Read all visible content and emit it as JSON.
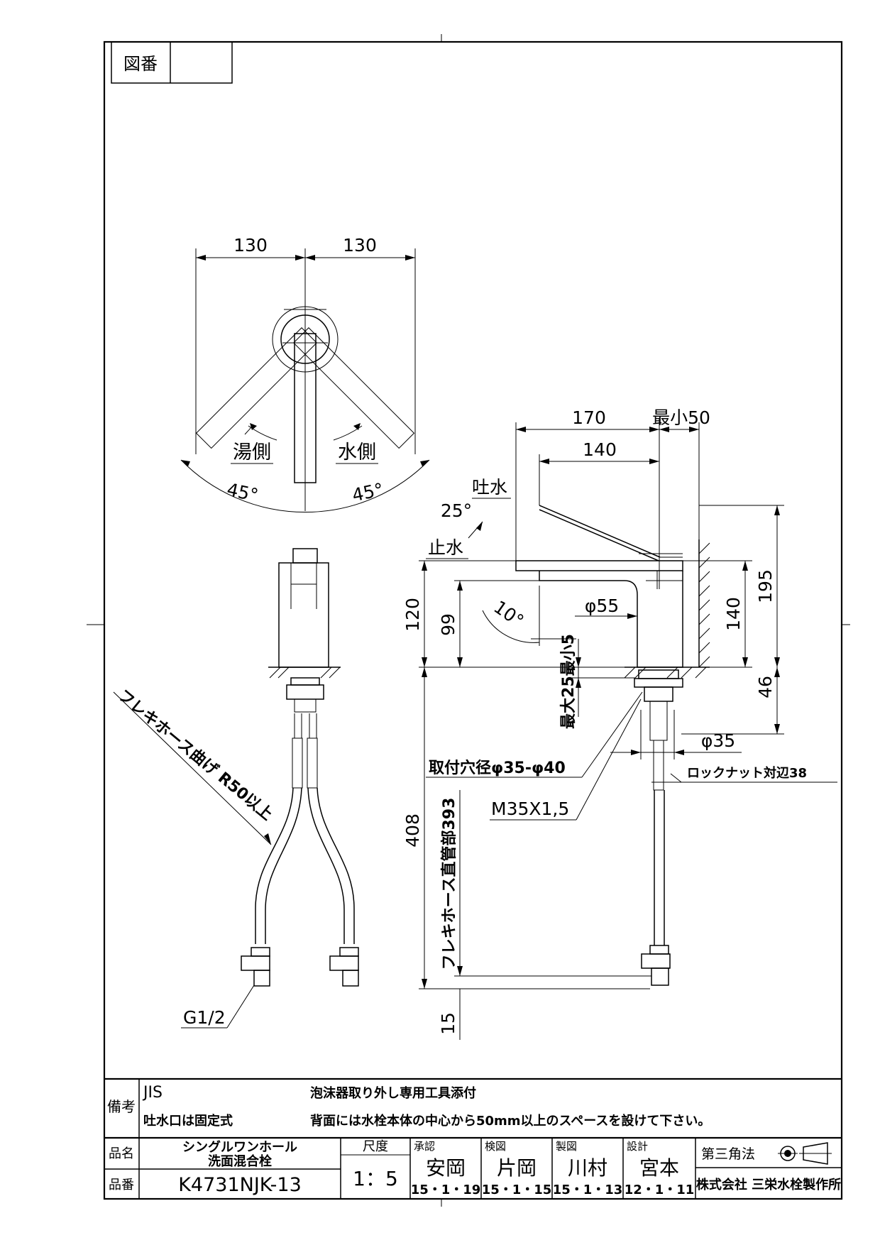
{
  "drawing_no": {
    "label": "図番",
    "value": ""
  },
  "top_view": {
    "dim_left": "130",
    "dim_right": "130",
    "hot_side": "湯側",
    "cold_side": "水側",
    "angle_left": "45°",
    "angle_right": "45°"
  },
  "front_view": {
    "flex_bend": "フレキホース曲げ R50以上",
    "inlet_thread": "G1/2"
  },
  "side_view": {
    "dim_170": "170",
    "dim_min50": "最小50",
    "dim_140_top": "140",
    "spout_label": "吐水",
    "angle_25": "25°",
    "stop_label": "止水",
    "angle_10": "10°",
    "dia_55": "φ55",
    "dim_120": "120",
    "dim_99": "99",
    "max_counter": "最大25最小5",
    "dim_195": "195",
    "dim_140_right": "140",
    "dim_46": "46",
    "dia_35": "φ35",
    "mount_hole": "取付穴径φ35-φ40",
    "locknut": "ロックナット対辺38",
    "thread": "M35X1,5",
    "dim_408": "408",
    "flex_straight": "フレキホース直管部393",
    "dim_15": "15"
  },
  "notes": {
    "label": "備考",
    "line1_left": "JIS",
    "line1_right": "泡沫器取り外し専用工具添付",
    "line2_left": "吐水口は固定式",
    "line2_right": "背面には水栓本体の中心から50mm以上のスペースを設けて下さい。"
  },
  "title_block": {
    "name_label": "品名",
    "name_line1": "シングルワンホール",
    "name_line2": "洗面混合栓",
    "part_label": "品番",
    "part_no": "K4731NJK-13",
    "scale_label": "尺度",
    "scale_value": "1：5",
    "approval_label": "承認",
    "approval_name": "安岡",
    "approval_date": "15・1・19",
    "check_label": "検図",
    "check_name": "片岡",
    "check_date": "15・1・15",
    "drafter_label": "製図",
    "drafter_name": "川村",
    "drafter_date": "15・1・13",
    "design_label": "設計",
    "design_name": "宮本",
    "design_date": "12・1・11",
    "projection": "第三角法",
    "company": "株式会社 三栄水栓製作所"
  }
}
